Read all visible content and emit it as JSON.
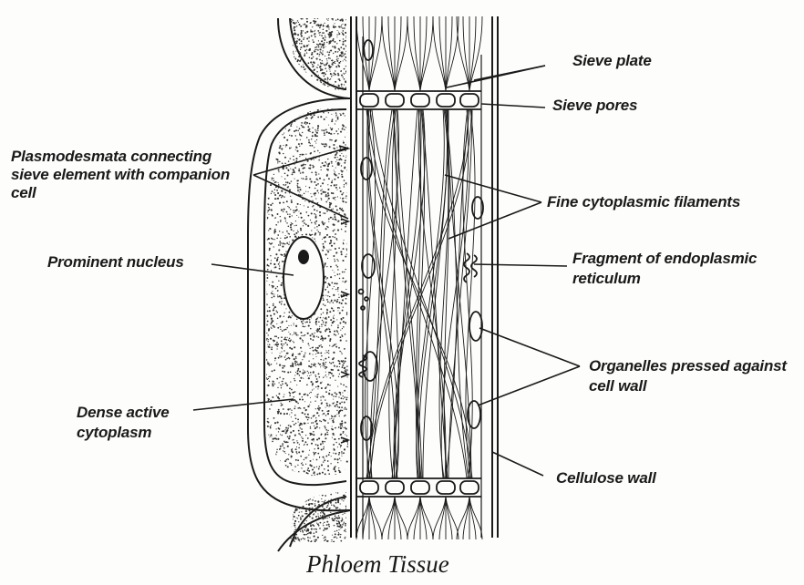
{
  "title": "Phloem Tissue",
  "labels": {
    "sieve_plate": "Sieve plate",
    "sieve_pores": "Sieve pores",
    "plasmodesmata_line1": "Plasmodesmata connecting",
    "plasmodesmata_line2": "sieve element with companion",
    "plasmodesmata_line3": "cell",
    "fine_filaments": "Fine cytoplasmic filaments",
    "prominent_nucleus": "Prominent nucleus",
    "fragment_er_line1": "Fragment of endoplasmic",
    "fragment_er_line2": "reticulum",
    "organelles_line1": "Organelles pressed against",
    "organelles_line2": "cell wall",
    "dense_cytoplasm_line1": "Dense active",
    "dense_cytoplasm_line2": "cytoplasm",
    "cellulose_wall": "Cellulose wall"
  },
  "colors": {
    "ink": "#1a1a1a",
    "paper": "#fdfdfb"
  }
}
